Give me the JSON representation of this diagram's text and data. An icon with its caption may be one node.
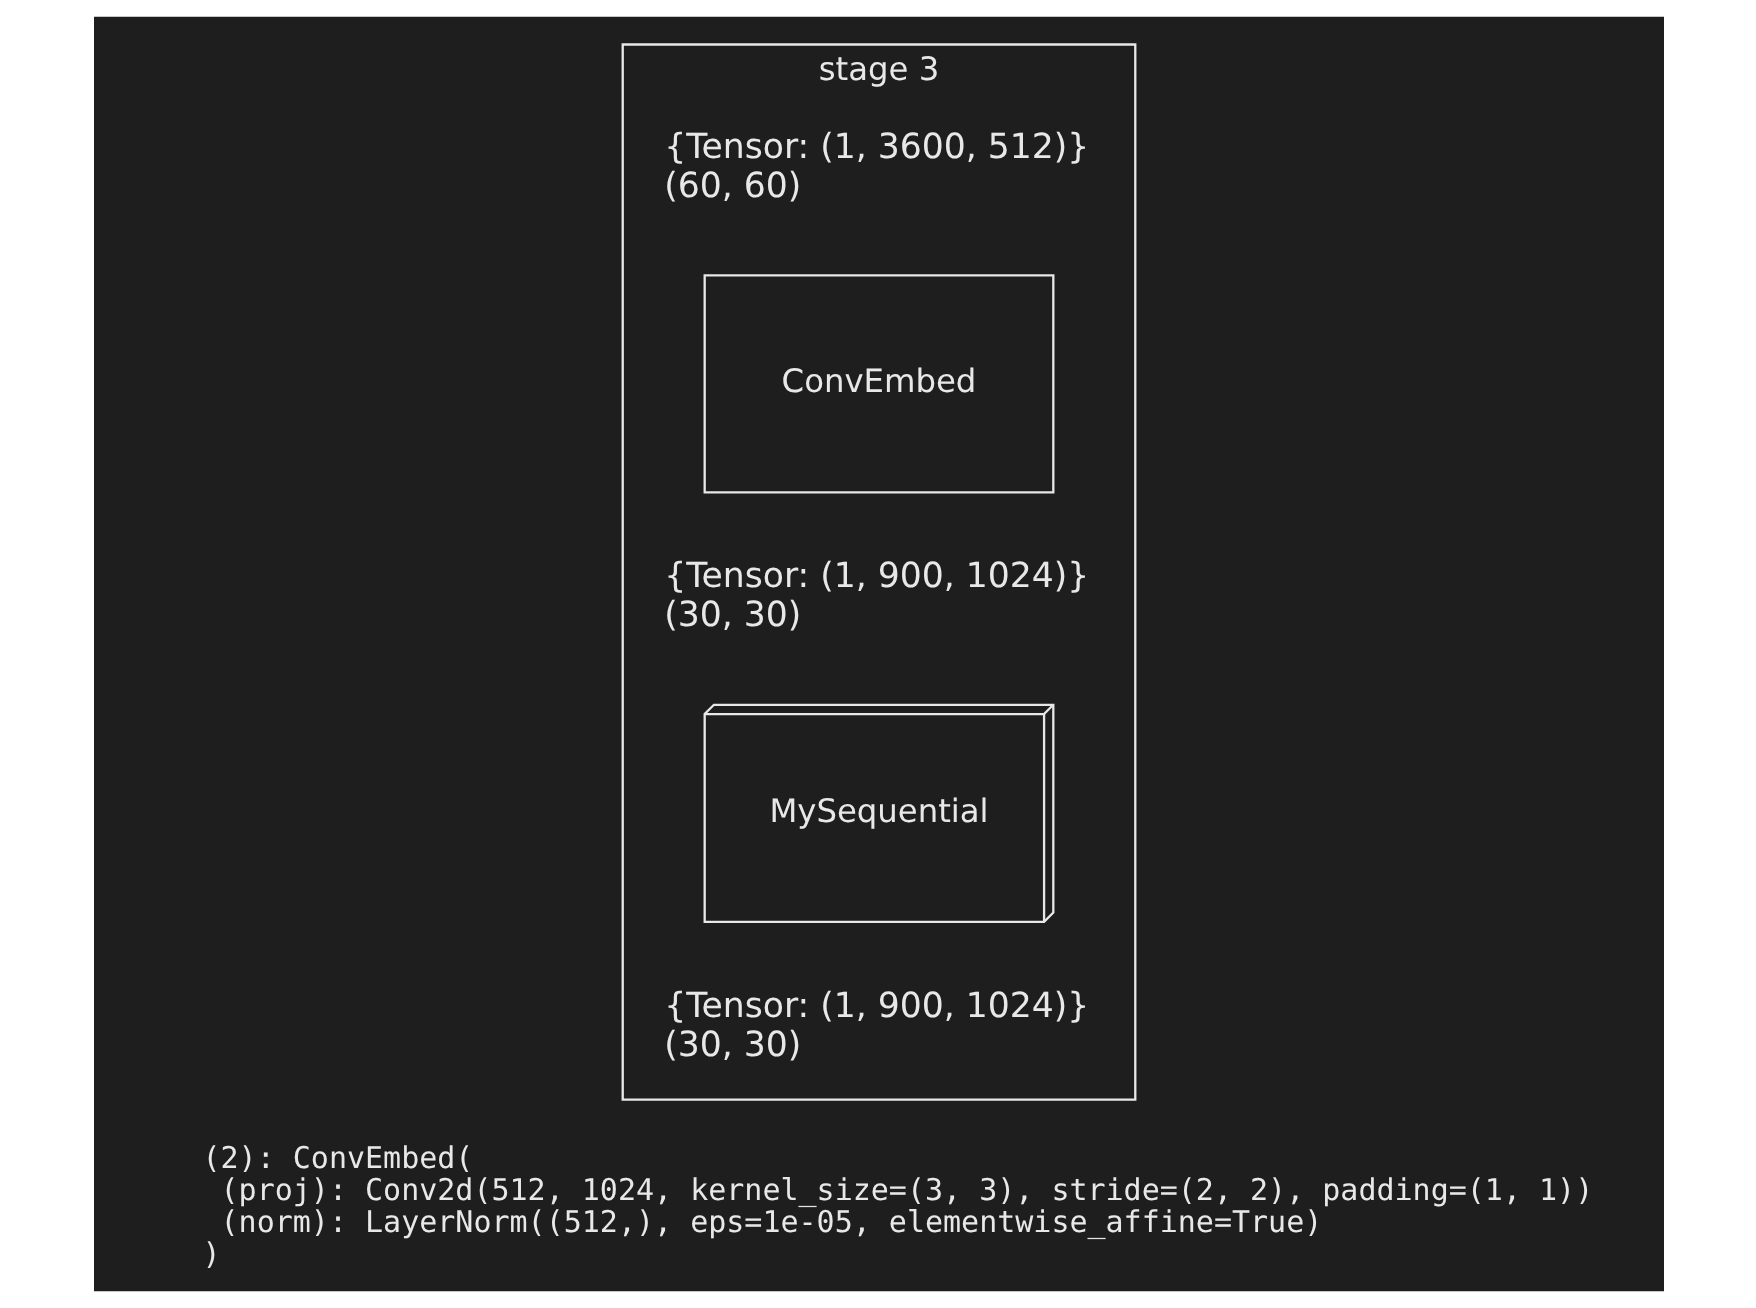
{
  "diagram": {
    "nodes": [
      {
        "text": [
          "stage 3"
        ]
      },
      {
        "text": [
          "ConvEmbed"
        ],
        "in": 0
      },
      {
        "text": [
          "MySequential"
        ],
        "in": 0
      }
    ],
    "edges": [],
    "labels": [
      "{Tensor: (1, 3600, 512)}",
      "(60, 60)",
      "{Tensor: (1, 900, 1024)}",
      "(30, 30)",
      "{Tensor: (1, 900, 1024)}",
      "(30, 30)",
      "(2): ConvEmbed(",
      "(proj): Conv2d(512, 1024, kernel_size=(3, 3), stride=(2, 2), padding=(1, 1))",
      "(norm): LayerNorm((512,), eps=1e-05, elementwise_affine=True)",
      ")"
    ]
  }
}
